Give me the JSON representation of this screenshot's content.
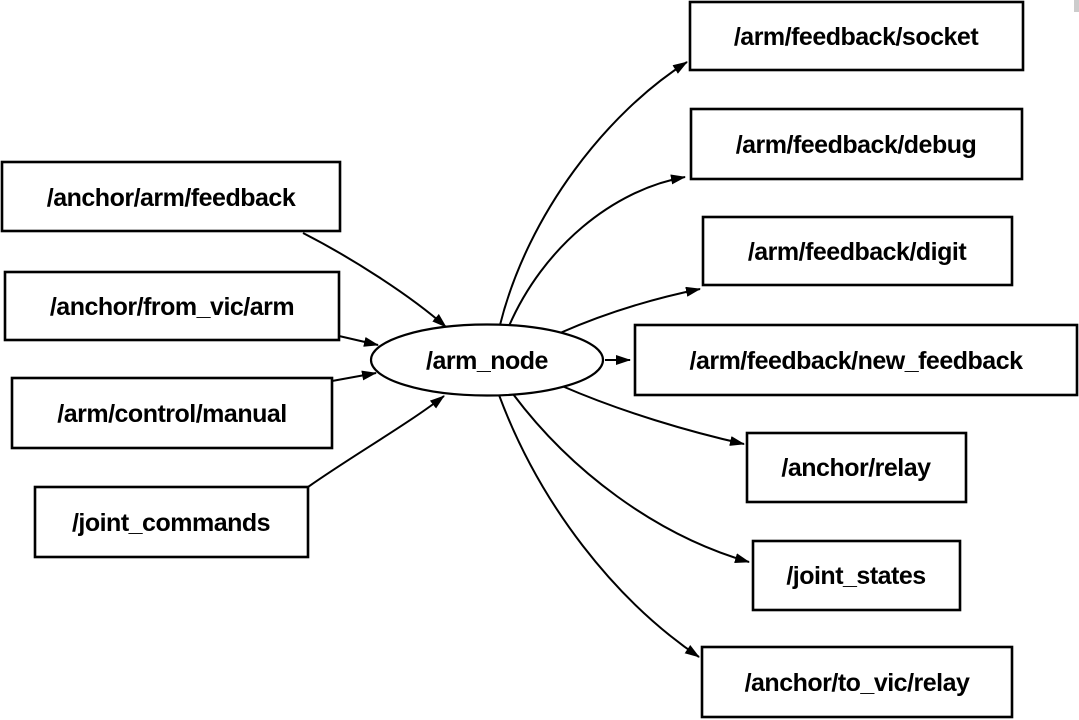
{
  "diagram": {
    "type": "ros-node-graph",
    "background": "#ffffff",
    "stroke_color": "#000000",
    "text_color": "#000000",
    "node": {
      "label": "/arm_node"
    },
    "inputs": [
      {
        "label": "/anchor/arm/feedback"
      },
      {
        "label": "/anchor/from_vic/arm"
      },
      {
        "label": "/arm/control/manual"
      },
      {
        "label": "/joint_commands"
      }
    ],
    "outputs": [
      {
        "label": "/arm/feedback/socket"
      },
      {
        "label": "/arm/feedback/debug"
      },
      {
        "label": "/arm/feedback/digit"
      },
      {
        "label": "/arm/feedback/new_feedback"
      },
      {
        "label": "/anchor/relay"
      },
      {
        "label": "/joint_states"
      },
      {
        "label": "/anchor/to_vic/relay"
      }
    ],
    "edges": [
      {
        "from": "/anchor/arm/feedback",
        "to": "/arm_node"
      },
      {
        "from": "/anchor/from_vic/arm",
        "to": "/arm_node"
      },
      {
        "from": "/arm/control/manual",
        "to": "/arm_node"
      },
      {
        "from": "/joint_commands",
        "to": "/arm_node"
      },
      {
        "from": "/arm_node",
        "to": "/arm/feedback/socket"
      },
      {
        "from": "/arm_node",
        "to": "/arm/feedback/debug"
      },
      {
        "from": "/arm_node",
        "to": "/arm/feedback/digit"
      },
      {
        "from": "/arm_node",
        "to": "/arm/feedback/new_feedback"
      },
      {
        "from": "/arm_node",
        "to": "/anchor/relay"
      },
      {
        "from": "/arm_node",
        "to": "/joint_states"
      },
      {
        "from": "/arm_node",
        "to": "/anchor/to_vic/relay"
      }
    ]
  }
}
